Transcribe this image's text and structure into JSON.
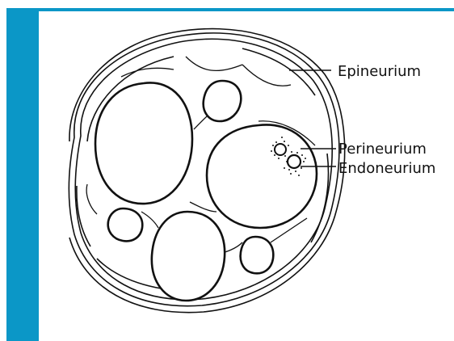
{
  "colors": {
    "accent": "#0b97c7",
    "ink": "#111111",
    "background": "#ffffff"
  },
  "labels": {
    "epineurium": "Epineurium",
    "perineurium": "Perineurium",
    "endoneurium": "Endoneurium"
  }
}
